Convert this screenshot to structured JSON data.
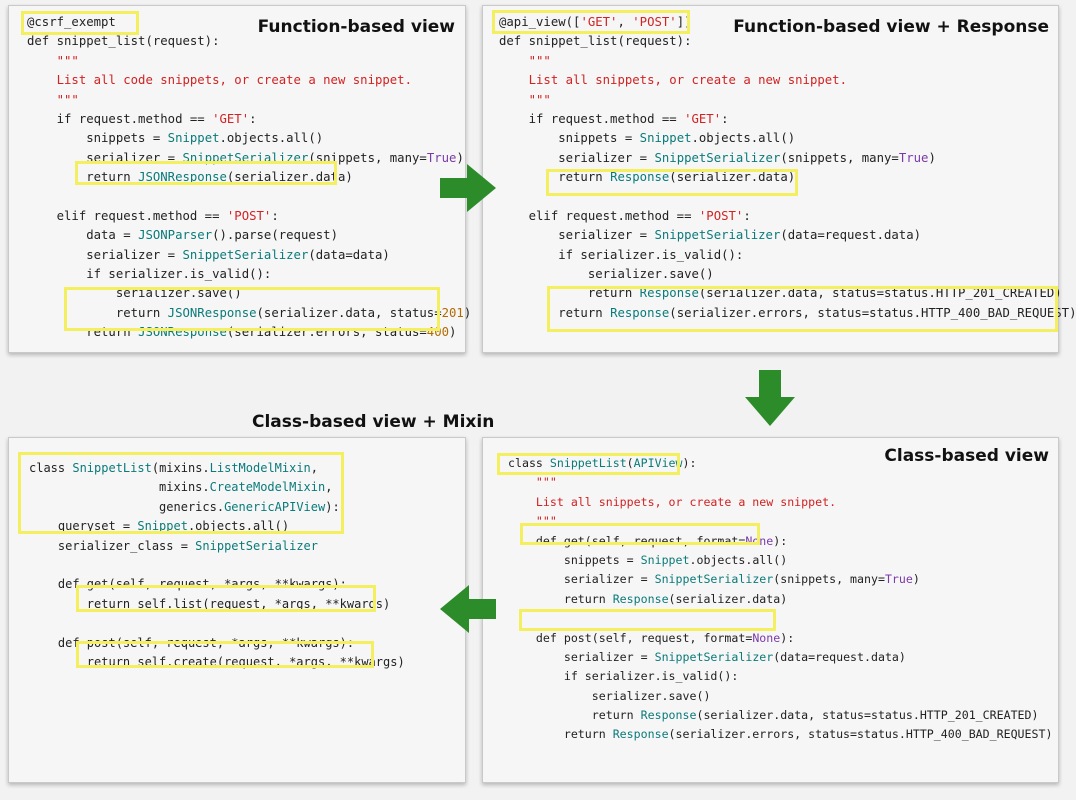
{
  "panels": {
    "fbv": {
      "title": "Function-based view",
      "lines": [
        [
          {
            "t": "@csrf_exempt"
          }
        ],
        [
          {
            "t": "def snippet_list(request):"
          }
        ],
        [
          {
            "t": "    "
          },
          {
            "t": "\"\"\"",
            "c": "str"
          }
        ],
        [
          {
            "t": "    "
          },
          {
            "t": "List all code snippets, or create a new snippet.",
            "c": "str"
          }
        ],
        [
          {
            "t": "    "
          },
          {
            "t": "\"\"\"",
            "c": "str"
          }
        ],
        [
          {
            "t": "    if request.method == "
          },
          {
            "t": "'GET'",
            "c": "str"
          },
          {
            "t": ":"
          }
        ],
        [
          {
            "t": "        snippets = "
          },
          {
            "t": "Snippet",
            "c": "cls"
          },
          {
            "t": ".objects.all()"
          }
        ],
        [
          {
            "t": "        serializer = "
          },
          {
            "t": "SnippetSerializer",
            "c": "cls"
          },
          {
            "t": "(snippets, many="
          },
          {
            "t": "True",
            "c": "kw"
          },
          {
            "t": ")"
          }
        ],
        [
          {
            "t": "        return "
          },
          {
            "t": "JSONResponse",
            "c": "cls"
          },
          {
            "t": "(serializer.data)"
          }
        ],
        [
          {
            "t": ""
          }
        ],
        [
          {
            "t": "    elif request.method == "
          },
          {
            "t": "'POST'",
            "c": "str"
          },
          {
            "t": ":"
          }
        ],
        [
          {
            "t": "        data = "
          },
          {
            "t": "JSONParser",
            "c": "cls"
          },
          {
            "t": "().parse(request)"
          }
        ],
        [
          {
            "t": "        serializer = "
          },
          {
            "t": "SnippetSerializer",
            "c": "cls"
          },
          {
            "t": "(data=data)"
          }
        ],
        [
          {
            "t": "        if serializer.is_valid():"
          }
        ],
        [
          {
            "t": "            serializer.save()"
          }
        ],
        [
          {
            "t": "            return "
          },
          {
            "t": "JSONResponse",
            "c": "cls"
          },
          {
            "t": "(serializer.data, status="
          },
          {
            "t": "201",
            "c": "num"
          },
          {
            "t": ")"
          }
        ],
        [
          {
            "t": "        return "
          },
          {
            "t": "JSONResponse",
            "c": "cls"
          },
          {
            "t": "(serializer.errors, status="
          },
          {
            "t": "400",
            "c": "num"
          },
          {
            "t": ")"
          }
        ]
      ]
    },
    "fbv_response": {
      "title": "Function-based view + Response",
      "lines": [
        [
          {
            "t": "@api_view(["
          },
          {
            "t": "'GET'",
            "c": "str"
          },
          {
            "t": ", "
          },
          {
            "t": "'POST'",
            "c": "str"
          },
          {
            "t": "])"
          }
        ],
        [
          {
            "t": "def snippet_list(request):"
          }
        ],
        [
          {
            "t": "    "
          },
          {
            "t": "\"\"\"",
            "c": "str"
          }
        ],
        [
          {
            "t": "    "
          },
          {
            "t": "List all snippets, or create a new snippet.",
            "c": "str"
          }
        ],
        [
          {
            "t": "    "
          },
          {
            "t": "\"\"\"",
            "c": "str"
          }
        ],
        [
          {
            "t": "    if request.method == "
          },
          {
            "t": "'GET'",
            "c": "str"
          },
          {
            "t": ":"
          }
        ],
        [
          {
            "t": "        snippets = "
          },
          {
            "t": "Snippet",
            "c": "cls"
          },
          {
            "t": ".objects.all()"
          }
        ],
        [
          {
            "t": "        serializer = "
          },
          {
            "t": "SnippetSerializer",
            "c": "cls"
          },
          {
            "t": "(snippets, many="
          },
          {
            "t": "True",
            "c": "kw"
          },
          {
            "t": ")"
          }
        ],
        [
          {
            "t": "        return "
          },
          {
            "t": "Response",
            "c": "cls"
          },
          {
            "t": "(serializer.data)"
          }
        ],
        [
          {
            "t": ""
          }
        ],
        [
          {
            "t": "    elif request.method == "
          },
          {
            "t": "'POST'",
            "c": "str"
          },
          {
            "t": ":"
          }
        ],
        [
          {
            "t": "        serializer = "
          },
          {
            "t": "SnippetSerializer",
            "c": "cls"
          },
          {
            "t": "(data=request.data)"
          }
        ],
        [
          {
            "t": "        if serializer.is_valid():"
          }
        ],
        [
          {
            "t": "            serializer.save()"
          }
        ],
        [
          {
            "t": "            return "
          },
          {
            "t": "Response",
            "c": "cls"
          },
          {
            "t": "(serializer.data, status=status.HTTP_201_CREATED)"
          }
        ],
        [
          {
            "t": "        return "
          },
          {
            "t": "Response",
            "c": "cls"
          },
          {
            "t": "(serializer.errors, status=status.HTTP_400_BAD_REQUEST)"
          }
        ]
      ]
    },
    "cbv": {
      "title": "Class-based view",
      "lines": [
        [
          {
            "t": "class "
          },
          {
            "t": "SnippetList",
            "c": "cls"
          },
          {
            "t": "("
          },
          {
            "t": "APIView",
            "c": "cls"
          },
          {
            "t": "):"
          }
        ],
        [
          {
            "t": "    "
          },
          {
            "t": "\"\"\"",
            "c": "str"
          }
        ],
        [
          {
            "t": "    "
          },
          {
            "t": "List all snippets, or create a new snippet.",
            "c": "str"
          }
        ],
        [
          {
            "t": "    "
          },
          {
            "t": "\"\"\"",
            "c": "str"
          }
        ],
        [
          {
            "t": "    def get(self, request, format="
          },
          {
            "t": "None",
            "c": "kw"
          },
          {
            "t": "):"
          }
        ],
        [
          {
            "t": "        snippets = "
          },
          {
            "t": "Snippet",
            "c": "cls"
          },
          {
            "t": ".objects.all()"
          }
        ],
        [
          {
            "t": "        serializer = "
          },
          {
            "t": "SnippetSerializer",
            "c": "cls"
          },
          {
            "t": "(snippets, many="
          },
          {
            "t": "True",
            "c": "kw"
          },
          {
            "t": ")"
          }
        ],
        [
          {
            "t": "        return "
          },
          {
            "t": "Response",
            "c": "cls"
          },
          {
            "t": "(serializer.data)"
          }
        ],
        [
          {
            "t": ""
          }
        ],
        [
          {
            "t": "    def post(self, request, format="
          },
          {
            "t": "None",
            "c": "kw"
          },
          {
            "t": "):"
          }
        ],
        [
          {
            "t": "        serializer = "
          },
          {
            "t": "SnippetSerializer",
            "c": "cls"
          },
          {
            "t": "(data=request.data)"
          }
        ],
        [
          {
            "t": "        if serializer.is_valid():"
          }
        ],
        [
          {
            "t": "            serializer.save()"
          }
        ],
        [
          {
            "t": "            return "
          },
          {
            "t": "Response",
            "c": "cls"
          },
          {
            "t": "(serializer.data, status=status.HTTP_201_CREATED)"
          }
        ],
        [
          {
            "t": "        return "
          },
          {
            "t": "Response",
            "c": "cls"
          },
          {
            "t": "(serializer.errors, status=status.HTTP_400_BAD_REQUEST)"
          }
        ]
      ]
    },
    "cbv_mixin": {
      "title": "Class-based view + Mixin",
      "lines": [
        [
          {
            "t": "class "
          },
          {
            "t": "SnippetList",
            "c": "cls"
          },
          {
            "t": "(mixins."
          },
          {
            "t": "ListModelMixin",
            "c": "cls"
          },
          {
            "t": ","
          }
        ],
        [
          {
            "t": "                  mixins."
          },
          {
            "t": "CreateModelMixin",
            "c": "cls"
          },
          {
            "t": ","
          }
        ],
        [
          {
            "t": "                  generics."
          },
          {
            "t": "GenericAPIView",
            "c": "cls"
          },
          {
            "t": "):"
          }
        ],
        [
          {
            "t": "    queryset = "
          },
          {
            "t": "Snippet",
            "c": "cls"
          },
          {
            "t": ".objects.all()"
          }
        ],
        [
          {
            "t": "    serializer_class = "
          },
          {
            "t": "SnippetSerializer",
            "c": "cls"
          }
        ],
        [
          {
            "t": ""
          }
        ],
        [
          {
            "t": "    def get(self, request, *args, **kwargs):"
          }
        ],
        [
          {
            "t": "        return self.list(request, *args, **kwargs)"
          }
        ],
        [
          {
            "t": ""
          }
        ],
        [
          {
            "t": "    def post(self, request, *args, **kwargs):"
          }
        ],
        [
          {
            "t": "        return self.create(request, *args, **kwargs)"
          }
        ]
      ]
    }
  }
}
